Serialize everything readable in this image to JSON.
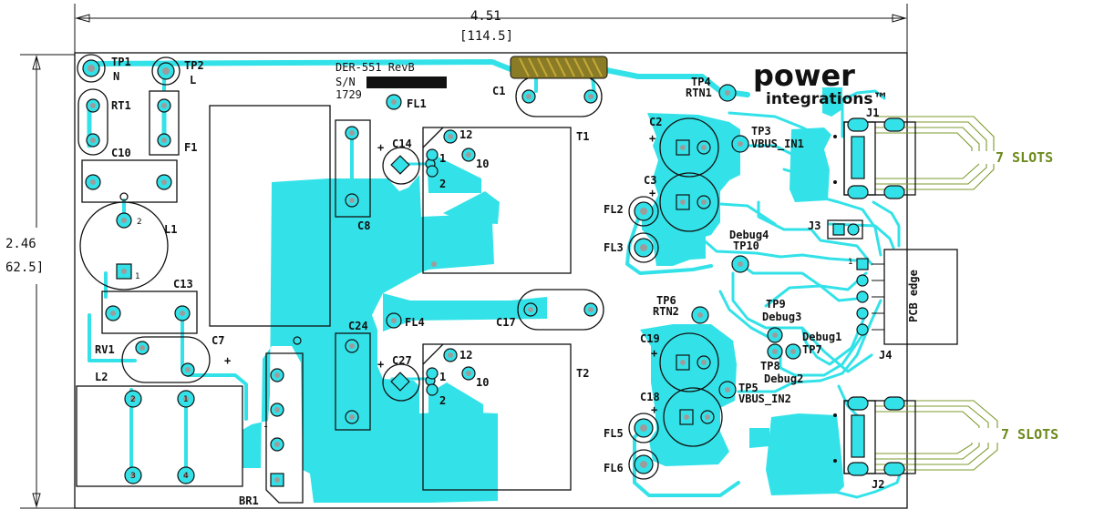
{
  "dimensions": {
    "width_in": "4.51",
    "width_mm": "[114.5]",
    "height_in": "2.46",
    "height_mm": "62.5]"
  },
  "board": {
    "name": "DER-551 RevB",
    "serial_label": "S/N",
    "date_code": "1729"
  },
  "logo": {
    "line1": "power",
    "line2": "integrations™"
  },
  "connector_notes": {
    "top": "7 SLOTS",
    "bottom": "7 SLOTS",
    "edge": "PCB edge"
  },
  "designators": {
    "tp1": "TP1",
    "tp1_net": "N",
    "tp2": "TP2",
    "tp2_net": "L",
    "tp3": "TP3",
    "tp3_net": "VBUS_IN1",
    "tp4": "TP4",
    "tp4_net": "RTN1",
    "tp5": "TP5",
    "tp5_net": "VBUS_IN2",
    "tp6": "TP6",
    "tp6_net": "RTN2",
    "tp7": "TP7",
    "tp7_net": "Debug1",
    "tp8": "TP8",
    "tp8_net": "Debug2",
    "tp9": "TP9",
    "tp9_net": "Debug3",
    "tp10": "TP10",
    "tp10_net": "Debug4",
    "rt1": "RT1",
    "f1": "F1",
    "c10": "C10",
    "l1": "L1",
    "c13": "C13",
    "rv1": "RV1",
    "l2": "L2",
    "c7": "C7",
    "br1": "BR1",
    "c8": "C8",
    "c14": "C14",
    "fl1": "FL1",
    "c1": "C1",
    "t1": "T1",
    "c24": "C24",
    "c27": "C27",
    "fl4": "FL4",
    "c17": "C17",
    "t2": "T2",
    "c2": "C2",
    "c3": "C3",
    "fl2": "FL2",
    "fl3": "FL3",
    "c19": "C19",
    "c18": "C18",
    "fl5": "FL5",
    "fl6": "FL6",
    "j1": "J1",
    "j2": "J2",
    "j3": "J3",
    "j4": "J4"
  },
  "pin_numbers": {
    "t_pin12": "12",
    "t_pin10": "10",
    "t_pin1": "1",
    "t_pin2": "2",
    "l1_pin2": "2",
    "l1_pin1": "1",
    "j4_pin1": "1",
    "l2_pin_a": "2",
    "l2_pin_b": "1",
    "l2_pin_c": "3",
    "l2_pin_d": "4",
    "polarity": "+",
    "bridge_minus": "-"
  },
  "colors": {
    "copper": "#33e2e8",
    "outline": "#111111",
    "drill": "#9c9c9c",
    "connector_trace": "#7c9a2c",
    "inductor_core": "#8a7b26"
  }
}
